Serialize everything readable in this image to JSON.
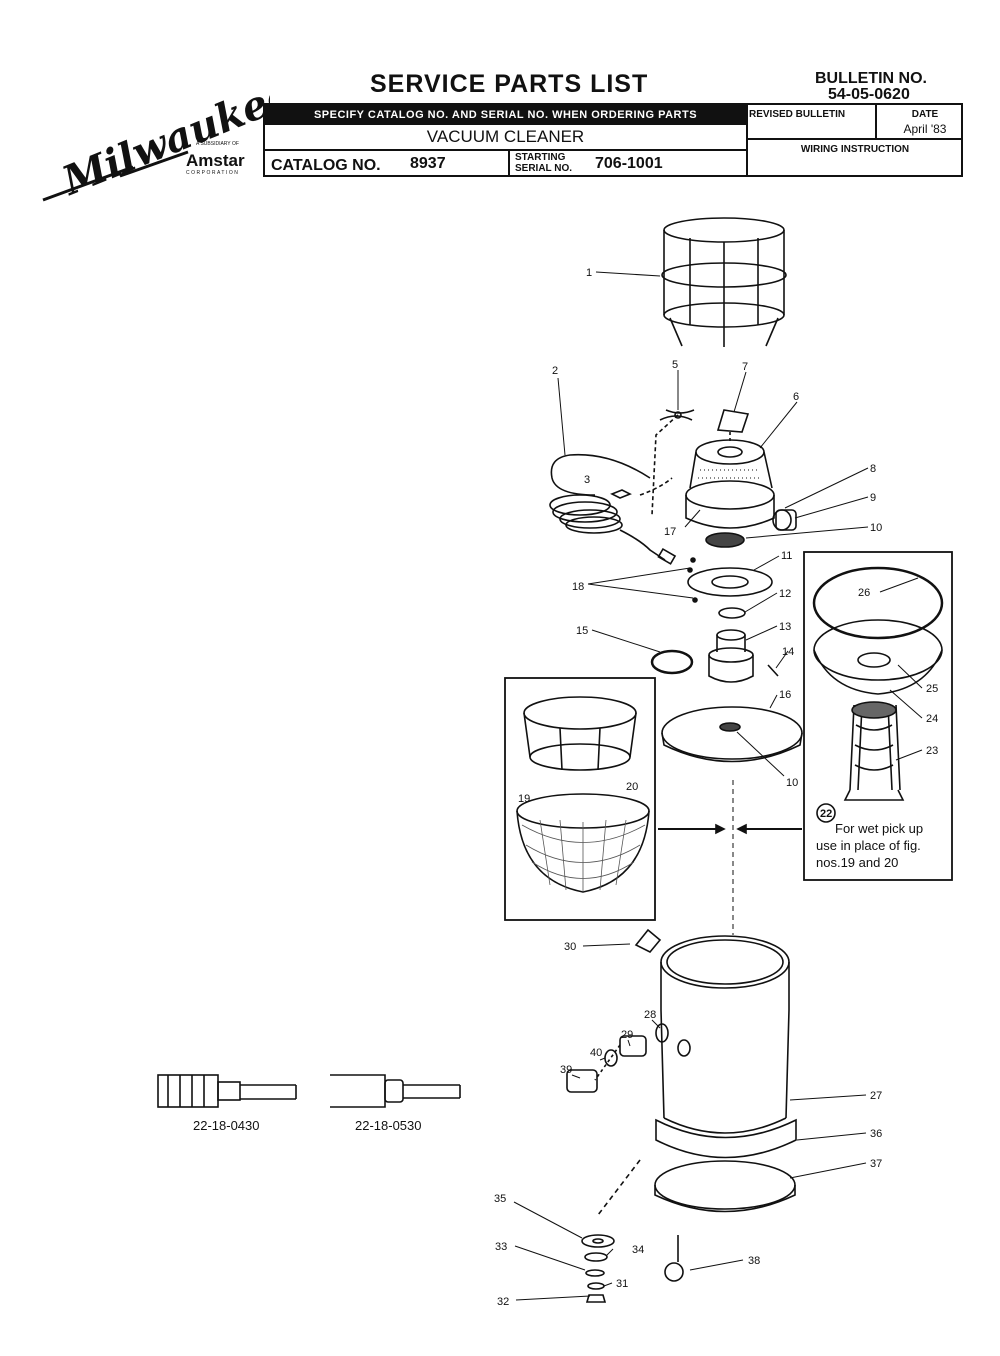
{
  "header": {
    "title": "SERVICE PARTS LIST",
    "bulletin_label": "BULLETIN NO.",
    "bulletin_no": "54-05-0620",
    "ordering_note": "SPECIFY CATALOG NO. AND SERIAL NO. WHEN ORDERING PARTS",
    "product": "VACUUM CLEANER",
    "catalog_label": "CATALOG NO.",
    "catalog_no": "8937",
    "serial_label_1": "STARTING",
    "serial_label_2": "SERIAL NO.",
    "serial_no": "706-1001",
    "revised_label": "REVISED BULLETIN",
    "date_label": "DATE",
    "date_value": "April '83",
    "wiring_label": "WIRING INSTRUCTION"
  },
  "logo": {
    "brand": "Milwaukee",
    "subsidiary": "A SUBSIDIARY OF",
    "parent": "Amstar",
    "corporation": "CORPORATION"
  },
  "callouts": [
    "1",
    "2",
    "3",
    "5",
    "7",
    "6",
    "8",
    "9",
    "10",
    "17",
    "11",
    "18",
    "12",
    "13",
    "14",
    "15",
    "16",
    "10",
    "19",
    "20",
    "26",
    "25",
    "24",
    "23",
    "30",
    "28",
    "29",
    "40",
    "39",
    "27",
    "36",
    "37",
    "35",
    "34",
    "33",
    "31",
    "32",
    "38"
  ],
  "note": {
    "number": "22",
    "line1": "For wet pick up",
    "line2": "use in place of fig.",
    "line3": "nos.19 and 20"
  },
  "accessories": [
    {
      "part": "22-18-0430"
    },
    {
      "part": "22-18-0530"
    }
  ]
}
